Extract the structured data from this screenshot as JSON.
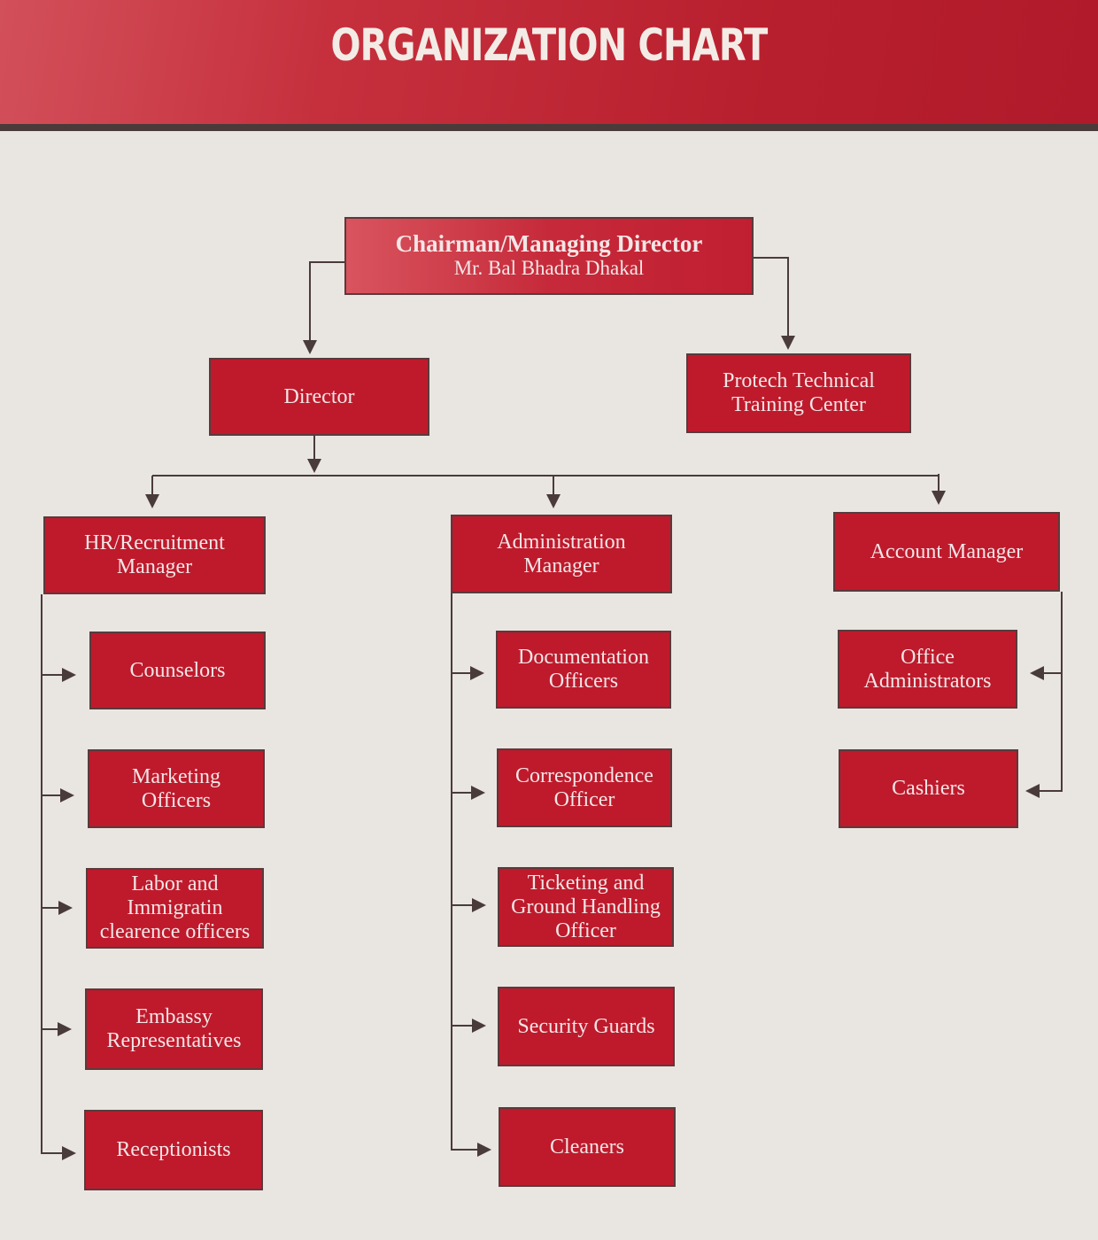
{
  "title": "ORGANIZATION CHART",
  "chairman": {
    "role": "Chairman/Managing Director",
    "name": "Mr. Bal Bhadra Dhakal"
  },
  "director": "Director",
  "training_center": "Protech Technical\nTraining Center",
  "managers": {
    "hr": {
      "label": "HR/Recruitment\nManager",
      "reports": [
        "Counselors",
        "Marketing\nOfficers",
        "Labor and\nImmigratin\nclearence officers",
        "Embassy\nRepresentatives",
        "Receptionists"
      ]
    },
    "admin": {
      "label": "Administration\nManager",
      "reports": [
        "Documentation\nOfficers",
        "Correspondence\nOfficer",
        "Ticketing and\nGround Handling\nOfficer",
        "Security Guards",
        "Cleaners"
      ]
    },
    "account": {
      "label": "Account Manager",
      "reports": [
        "Office\nAdministrators",
        "Cashiers"
      ]
    }
  },
  "colors": {
    "box": "#be1a2c",
    "banner": "#b81f2e",
    "line": "#4a3b3b",
    "background": "#e9e6e1"
  }
}
